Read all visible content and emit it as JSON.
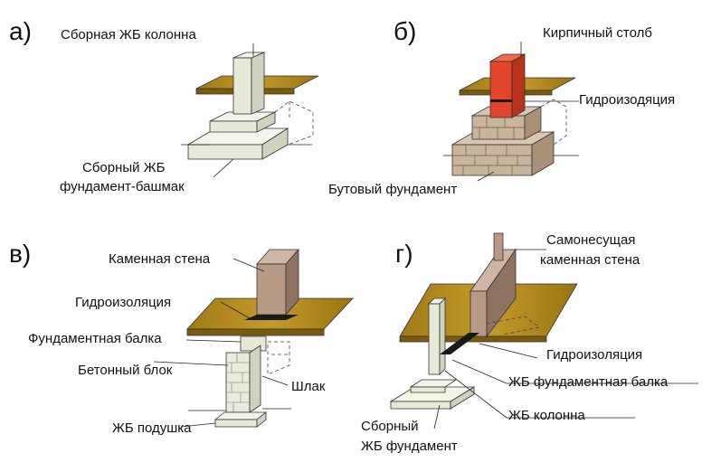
{
  "panels": {
    "a": {
      "letter": "а)",
      "label_column": "Сборная ЖБ колонна",
      "label_footing_1": "Сборный ЖБ",
      "label_footing_2": "фундамент-башмак"
    },
    "b": {
      "letter": "б)",
      "label_pillar": "Кирпичный столб",
      "label_waterproofing": "Гидроизодяция",
      "label_rubble": "Бутовый фундамент"
    },
    "v": {
      "letter": "в)",
      "label_wall": "Каменная стена",
      "label_waterproofing": "Гидроизоляция",
      "label_beam": "Фундаментная балка",
      "label_block": "Бетонный блок",
      "label_slag": "Шлак",
      "label_cushion": "ЖБ подушка"
    },
    "g": {
      "letter": "г)",
      "label_wall_1": "Самонесущая",
      "label_wall_2": "каменная стена",
      "label_waterproofing": "Гидроизоляция",
      "label_beam": "ЖБ фундаментная балка",
      "label_column": "ЖБ колонна",
      "label_foundation_1": "Сборный",
      "label_foundation_2": "ЖБ фундамент"
    }
  },
  "colors": {
    "concrete": "#e9ecdd",
    "ground": "#b8901e",
    "brick": "#e2452b",
    "stone": "#c9b49d",
    "wall": "#b79a86",
    "waterproof": "#1a1a1a"
  }
}
